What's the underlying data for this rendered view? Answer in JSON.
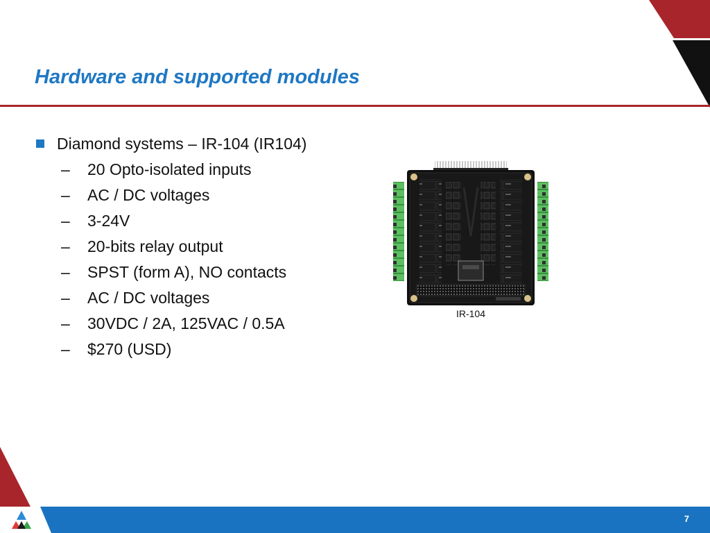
{
  "slide": {
    "title": "Hardware and supported modules",
    "page_number": "7"
  },
  "content": {
    "main_bullet": "Diamond systems –  IR-104 (IR104)",
    "sub_dash": "–",
    "sub_items": [
      "20 Opto-isolated inputs",
      "AC / DC voltages",
      "3-24V",
      "20-bits relay output",
      "SPST (form A), NO contacts",
      "AC / DC voltages",
      "30VDC / 2A, 125VAC / 0.5A",
      "$270 (USD)"
    ]
  },
  "figure": {
    "caption": "IR-104",
    "description_icon": "relay-board-photo"
  },
  "colors": {
    "title_blue": "#1f78c3",
    "rule_red": "#a8252c",
    "footer_blue": "#1a73c0",
    "deco_black": "#111111",
    "board_green": "#4caf50"
  }
}
